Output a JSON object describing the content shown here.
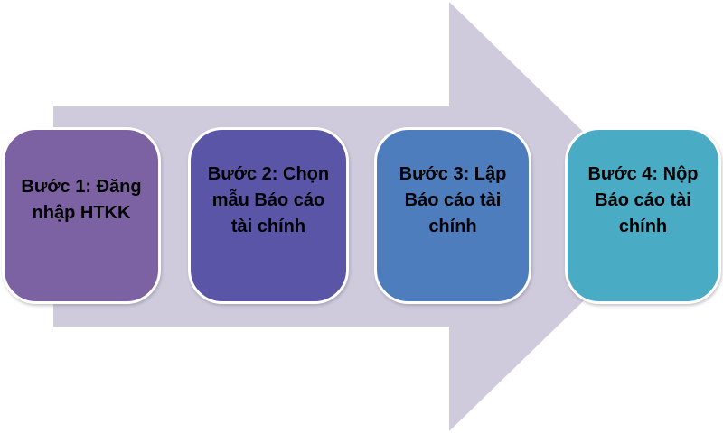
{
  "diagram": {
    "type": "process-arrow",
    "background_color": "#ffffff",
    "arrow": {
      "shape": "right-arrow",
      "color": "#cfcbdd"
    },
    "steps": [
      {
        "label": "Bước 1: Đăng nhập HTKK",
        "lines": [
          "Bước 1: Đăng",
          "nhập HTKK"
        ],
        "color": "#7d62a3"
      },
      {
        "label": "Bước 2: Chọn mẫu Báo cáo tài chính",
        "lines": [
          "Bước 2: Chọn",
          "mẫu Báo cáo",
          "tài chính"
        ],
        "color": "#5a55a7"
      },
      {
        "label": "Bước 3: Lập Báo cáo tài chính",
        "lines": [
          "Bước 3: Lập",
          "Báo cáo tài",
          "chính"
        ],
        "color": "#4e7dbd"
      },
      {
        "label": "Bước 4: Nộp Báo cáo tài chính",
        "lines": [
          "Bước 4: Nộp",
          "Báo cáo tài",
          "chính"
        ],
        "color": "#49acc4"
      }
    ]
  }
}
